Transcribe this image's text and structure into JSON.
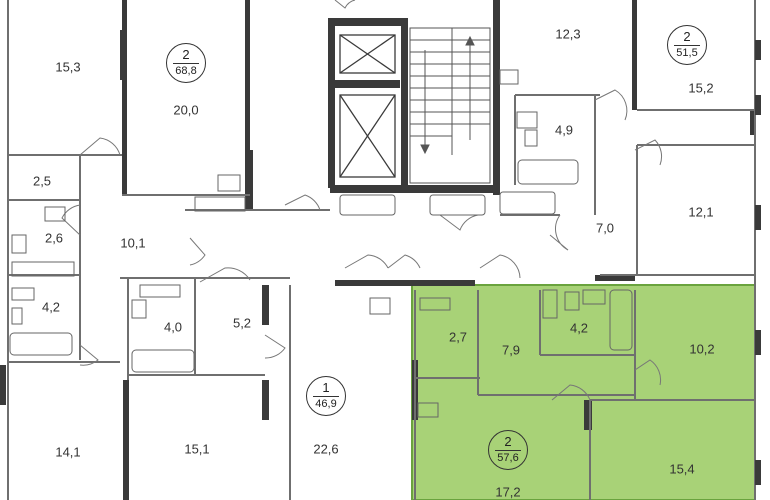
{
  "colors": {
    "wall": "#3a3a3a",
    "thin_wall": "#6f6f6f",
    "selected_fill": "#a8d277",
    "selected_stroke": "#6aa33e",
    "background": "#ffffff"
  },
  "apartments": {
    "top_left": {
      "rooms": "2",
      "area": "68,8"
    },
    "top_right": {
      "rooms": "2",
      "area": "51,5"
    },
    "bottom_mid": {
      "rooms": "1",
      "area": "46,9"
    },
    "selected": {
      "rooms": "2",
      "area": "57,6"
    }
  },
  "rooms": {
    "r15_3": "15,3",
    "r20_0": "20,0",
    "r2_5": "2,5",
    "r2_6": "2,6",
    "r10_1": "10,1",
    "r4_2a": "4,2",
    "r12_3": "12,3",
    "r4_9": "4,9",
    "r15_2": "15,2",
    "r7_0": "7,0",
    "r12_1": "12,1",
    "r4_0": "4,0",
    "r5_2": "5,2",
    "r14_1": "14,1",
    "r15_1": "15,1",
    "r22_6": "22,6",
    "r2_7": "2,7",
    "r7_9": "7,9",
    "r4_2b": "4,2",
    "r10_2": "10,2",
    "r15_4": "15,4",
    "r17_2": "17,2"
  }
}
